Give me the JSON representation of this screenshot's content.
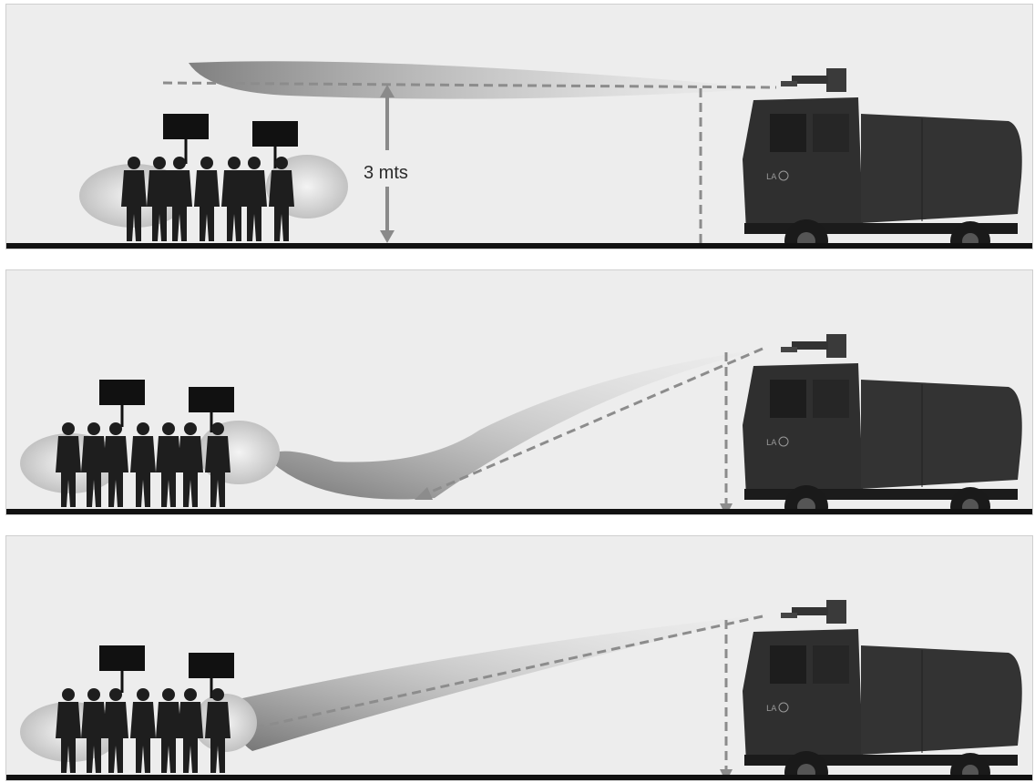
{
  "panels": [
    {
      "id": "panel-top",
      "measure_label": "3 mts"
    },
    {
      "id": "panel-middle"
    },
    {
      "id": "panel-bottom"
    }
  ],
  "colors": {
    "background": "#ededed",
    "ground": "#111111",
    "truck": "#2e2e2e",
    "crowd": "#1e1e1e",
    "spray": "#8a8a8a",
    "dashed_line": "#8c8c8c"
  },
  "icon_names": [
    "water-cannon-truck-icon",
    "protester-crowd-icon",
    "protest-sign-icon",
    "smoke-cloud-icon"
  ]
}
